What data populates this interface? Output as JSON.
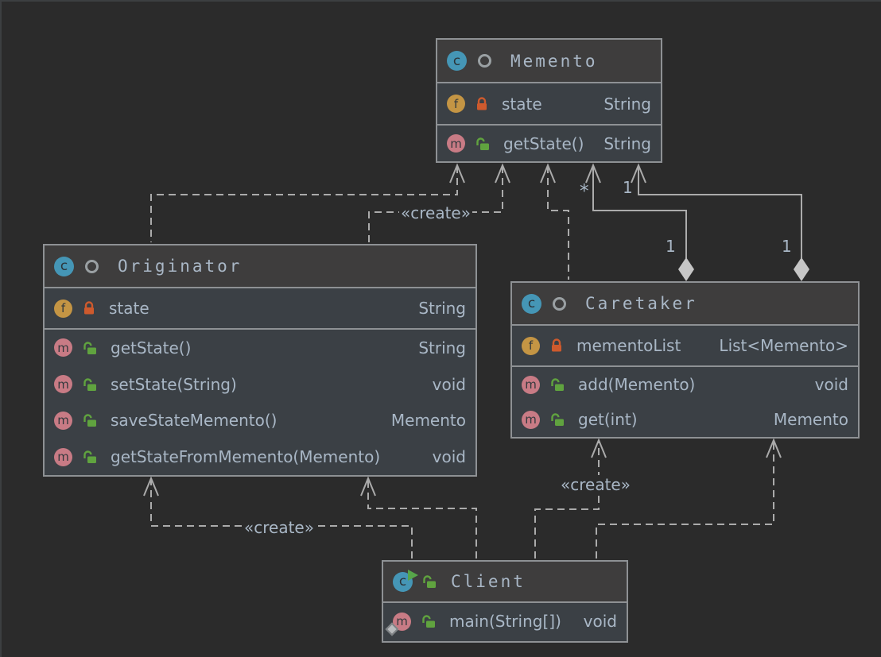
{
  "canvas": {
    "background": "#2b2b2b",
    "line_color": "#ababab",
    "label_color": "#a9b7c6"
  },
  "labels": {
    "create": "«create»",
    "one": "1",
    "many": "*"
  },
  "icons": {
    "class_letter": "c",
    "field_letter": "f",
    "method_letter": "m"
  },
  "classes": [
    {
      "name": "Memento",
      "fields": [
        {
          "name": "state",
          "type": "String",
          "visibility": "private"
        }
      ],
      "methods": [
        {
          "name": "getState()",
          "type": "String",
          "visibility": "public"
        }
      ]
    },
    {
      "name": "Originator",
      "fields": [
        {
          "name": "state",
          "type": "String",
          "visibility": "private"
        }
      ],
      "methods": [
        {
          "name": "getState()",
          "type": "String",
          "visibility": "public"
        },
        {
          "name": "setState(String)",
          "type": "void",
          "visibility": "public"
        },
        {
          "name": "saveStateMemento()",
          "type": "Memento",
          "visibility": "public"
        },
        {
          "name": "getStateFromMemento(Memento)",
          "type": "void",
          "visibility": "public"
        }
      ]
    },
    {
      "name": "Caretaker",
      "fields": [
        {
          "name": "mementoList",
          "type": "List<Memento>",
          "visibility": "private"
        }
      ],
      "methods": [
        {
          "name": "add(Memento)",
          "type": "void",
          "visibility": "public"
        },
        {
          "name": "get(int)",
          "type": "Memento",
          "visibility": "public"
        }
      ]
    },
    {
      "name": "Client",
      "fields": [],
      "methods": [
        {
          "name": "main(String[])",
          "type": "void",
          "visibility": "public"
        }
      ]
    }
  ]
}
